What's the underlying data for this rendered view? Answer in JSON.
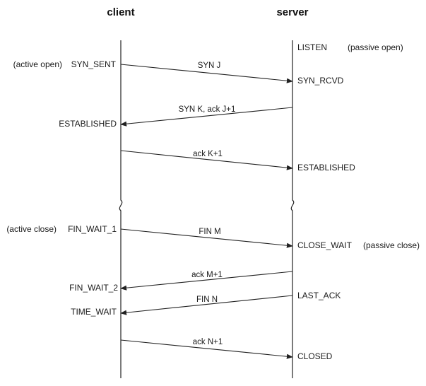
{
  "headers": {
    "client": "client",
    "server": "server"
  },
  "client_states": [
    {
      "key": "syn_sent",
      "note": "(active open)",
      "state": "SYN_SENT"
    },
    {
      "key": "established",
      "note": "",
      "state": "ESTABLISHED"
    },
    {
      "key": "fin_wait_1",
      "note": "(active close)",
      "state": "FIN_WAIT_1"
    },
    {
      "key": "fin_wait_2",
      "note": "",
      "state": "FIN_WAIT_2"
    },
    {
      "key": "time_wait",
      "note": "",
      "state": "TIME_WAIT"
    }
  ],
  "server_states": [
    {
      "key": "listen",
      "state": "LISTEN",
      "note": "(passive open)"
    },
    {
      "key": "syn_rcvd",
      "state": "SYN_RCVD",
      "note": ""
    },
    {
      "key": "established",
      "state": "ESTABLISHED",
      "note": ""
    },
    {
      "key": "close_wait",
      "state": "CLOSE_WAIT",
      "note": "(passive close)"
    },
    {
      "key": "last_ack",
      "state": "LAST_ACK",
      "note": ""
    },
    {
      "key": "closed",
      "state": "CLOSED",
      "note": ""
    }
  ],
  "messages": [
    {
      "key": "syn_j",
      "direction": "client-to-server",
      "label": "SYN J"
    },
    {
      "key": "syn_k_ack",
      "direction": "server-to-client",
      "label": "SYN K, ack J+1"
    },
    {
      "key": "ack_k",
      "direction": "client-to-server",
      "label": "ack K+1"
    },
    {
      "key": "fin_m",
      "direction": "client-to-server",
      "label": "FIN M"
    },
    {
      "key": "ack_m",
      "direction": "server-to-client",
      "label": "ack M+1"
    },
    {
      "key": "fin_n",
      "direction": "server-to-client",
      "label": "FIN N"
    },
    {
      "key": "ack_n",
      "direction": "client-to-server",
      "label": "ack N+1"
    }
  ]
}
